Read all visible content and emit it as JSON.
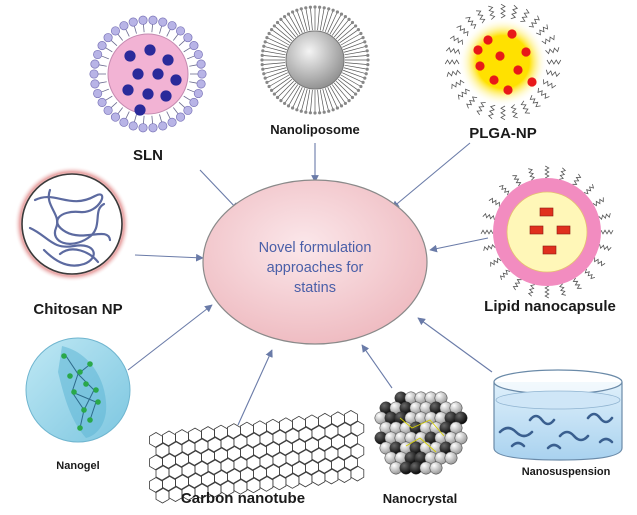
{
  "center": {
    "lines": [
      "Novel formulation",
      "approaches for",
      "statins"
    ]
  },
  "labels": {
    "sln": "SLN",
    "nanoliposome": "Nanoliposome",
    "plga": "PLGA-NP",
    "chitosan": "Chitosan NP",
    "lipid_nanocapsule": "Lipid nanocapsule",
    "nanogel": "Nanogel",
    "carbon_nanotube": "Carbon nanotube",
    "nanocrystal": "Nanocrystal",
    "nanosuspension": "Nanosuspension"
  },
  "colors": {
    "center_fill": "#f4cfd3",
    "center_text": "#4a5fa8",
    "arrow": "#6a7ba8",
    "sln_shell": "#b8b4e6",
    "sln_core": "#f2b3d4",
    "sln_dot": "#2a2a9a",
    "plga_core": "#ffee00",
    "plga_dot": "#e81818",
    "capsule_ring": "#f28cc0",
    "capsule_core": "#fff7b8",
    "capsule_block": "#e0301e",
    "nanogel_fill": "#9fd8ea",
    "nanogel_dot": "#2aa84a",
    "suspension_water": "#bfe0f5",
    "suspension_particle": "#3a5f8f"
  }
}
